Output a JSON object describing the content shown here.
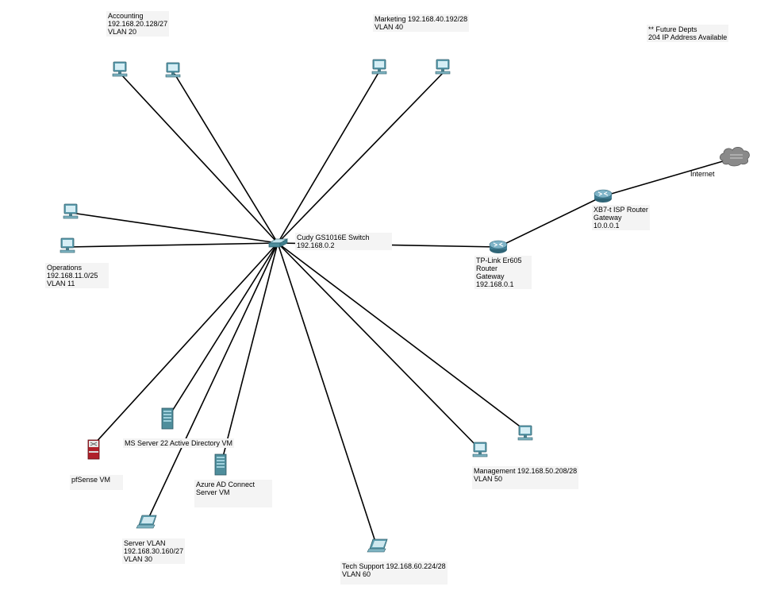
{
  "labels": {
    "accounting": [
      "Accounting",
      "192.168.20.128/27",
      "VLAN 20"
    ],
    "marketing": [
      "Marketing 192.168.40.192/28",
      "VLAN 40"
    ],
    "future": [
      "** Future Depts",
      "204 IP Address Available"
    ],
    "internet": [
      "Internet"
    ],
    "isp_router": [
      "XB7-t ISP Router",
      "Gateway",
      "10.0.0.1"
    ],
    "switch": [
      "Cudy GS1016E Switch",
      "192.168.0.2"
    ],
    "router": [
      "TP-Link Er605",
      "Router",
      "Gateway",
      "192.168.0.1"
    ],
    "operations": [
      "Operations",
      "192.168.11.0/25",
      "VLAN 11"
    ],
    "ms_server": [
      "MS Server 22 Active Directory VM"
    ],
    "azure": [
      "Azure AD Connect",
      "Server VM"
    ],
    "pfsense": [
      "pfSense VM"
    ],
    "server_vlan": [
      "Server VLAN",
      "192.168.30.160/27",
      "VLAN 30"
    ],
    "tech_support": [
      "Tech Support 192.168.60.224/28",
      "VLAN 60"
    ],
    "management": [
      "Management 192.168.50.208/28",
      "VLAN 50"
    ]
  },
  "colors": {
    "link": "#000000",
    "pc_body": "#5f9fb0",
    "pc_screen": "#d6eef5",
    "server_body": "#4f8e9c",
    "router_body": "#3f7d93",
    "cloud": "#8a8a8a",
    "firewall": "#b0202a"
  },
  "icons": {
    "pc": "desktop-pc-icon",
    "laptop": "laptop-icon",
    "server": "server-tower-icon",
    "switch": "switch-icon",
    "router": "router-icon",
    "cloud": "cloud-icon",
    "firewall": "firewall-icon"
  }
}
